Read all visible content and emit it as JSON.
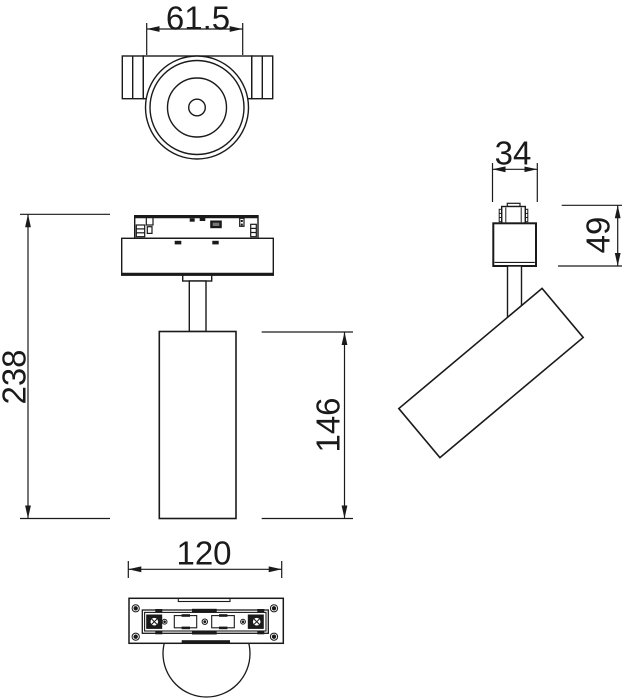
{
  "drawing": {
    "type": "technical-dimension-drawing",
    "subject": "track-spotlight-luminaire",
    "views": [
      "top-view",
      "front-view",
      "side-view",
      "bottom-view"
    ],
    "dimensions": {
      "head_diameter": "61.5",
      "overall_height": "238",
      "body_height": "146",
      "base_width": "120",
      "adapter_width": "34",
      "adapter_height": "49"
    },
    "colors": {
      "line": "#1a1a1a",
      "background": "#ffffff",
      "dark_fill": "#1a1a1a"
    }
  }
}
